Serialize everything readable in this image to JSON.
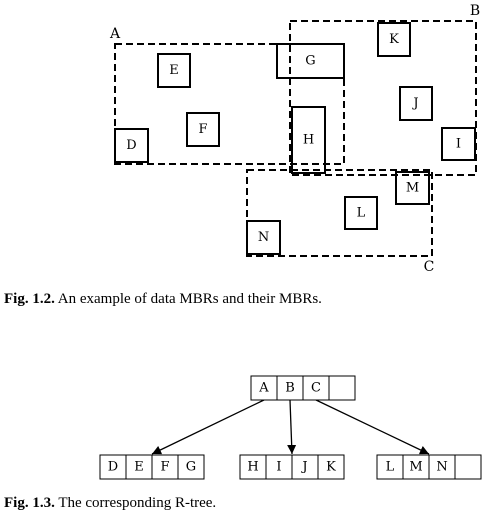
{
  "mbr_figure": {
    "group_mbrs": [
      "A",
      "B",
      "C"
    ],
    "data_mbrs": [
      "E",
      "G",
      "K",
      "J",
      "D",
      "F",
      "H",
      "I",
      "M",
      "L",
      "N"
    ]
  },
  "rtree": {
    "root": [
      "A",
      "B",
      "C",
      ""
    ],
    "children": [
      [
        "D",
        "E",
        "F",
        "G"
      ],
      [
        "H",
        "I",
        "J",
        "K"
      ],
      [
        "L",
        "M",
        "N",
        ""
      ]
    ]
  },
  "captions": {
    "fig12_label": "Fig. 1.2.",
    "fig12_text": "An example of data MBRs and their MBRs.",
    "fig13_label": "Fig. 1.3.",
    "fig13_text": "The corresponding R-tree."
  }
}
